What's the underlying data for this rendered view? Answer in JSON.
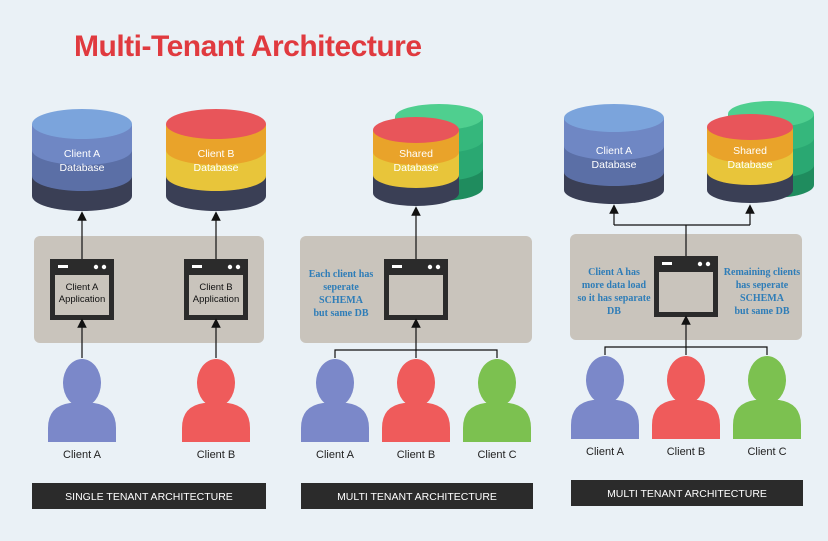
{
  "title": "Multi-Tenant Architecture",
  "panels": [
    {
      "bar_label": "SINGLE TENANT ARCHITECTURE",
      "databases": [
        {
          "line1": "Client A",
          "line2": "Database"
        },
        {
          "line1": "Client B",
          "line2": "Database"
        }
      ],
      "apps": [
        {
          "line1": "Client A",
          "line2": "Application"
        },
        {
          "line1": "Client B",
          "line2": "Application"
        }
      ],
      "clients": [
        "Client A",
        "Client B"
      ]
    },
    {
      "bar_label": "MULTI TENANT ARCHITECTURE",
      "databases": [
        {
          "line1": "Shared",
          "line2": "Database"
        }
      ],
      "note": [
        "Each client has",
        "seperate",
        "SCHEMA",
        "but same DB"
      ],
      "clients": [
        "Client A",
        "Client B",
        "Client C"
      ]
    },
    {
      "bar_label": "MULTI TENANT ARCHITECTURE",
      "databases": [
        {
          "line1": "Client A",
          "line2": "Database"
        },
        {
          "line1": "Shared",
          "line2": "Database"
        }
      ],
      "note_left": [
        "Client A has",
        "more data load",
        "so it has separate",
        "DB"
      ],
      "note_right": [
        "Remaining clients",
        "has seperate",
        "SCHEMA",
        "but same DB"
      ],
      "clients": [
        "Client A",
        "Client B",
        "Client C"
      ]
    }
  ],
  "colors": {
    "title": "#e03a3f",
    "panel_bg": "#c9c4bc",
    "bar_bg": "#2b2b2b",
    "blue_person": "#7b88c9",
    "red_person": "#ef5b5b",
    "green_person": "#7cc150",
    "note_text": "#2e7db8"
  }
}
